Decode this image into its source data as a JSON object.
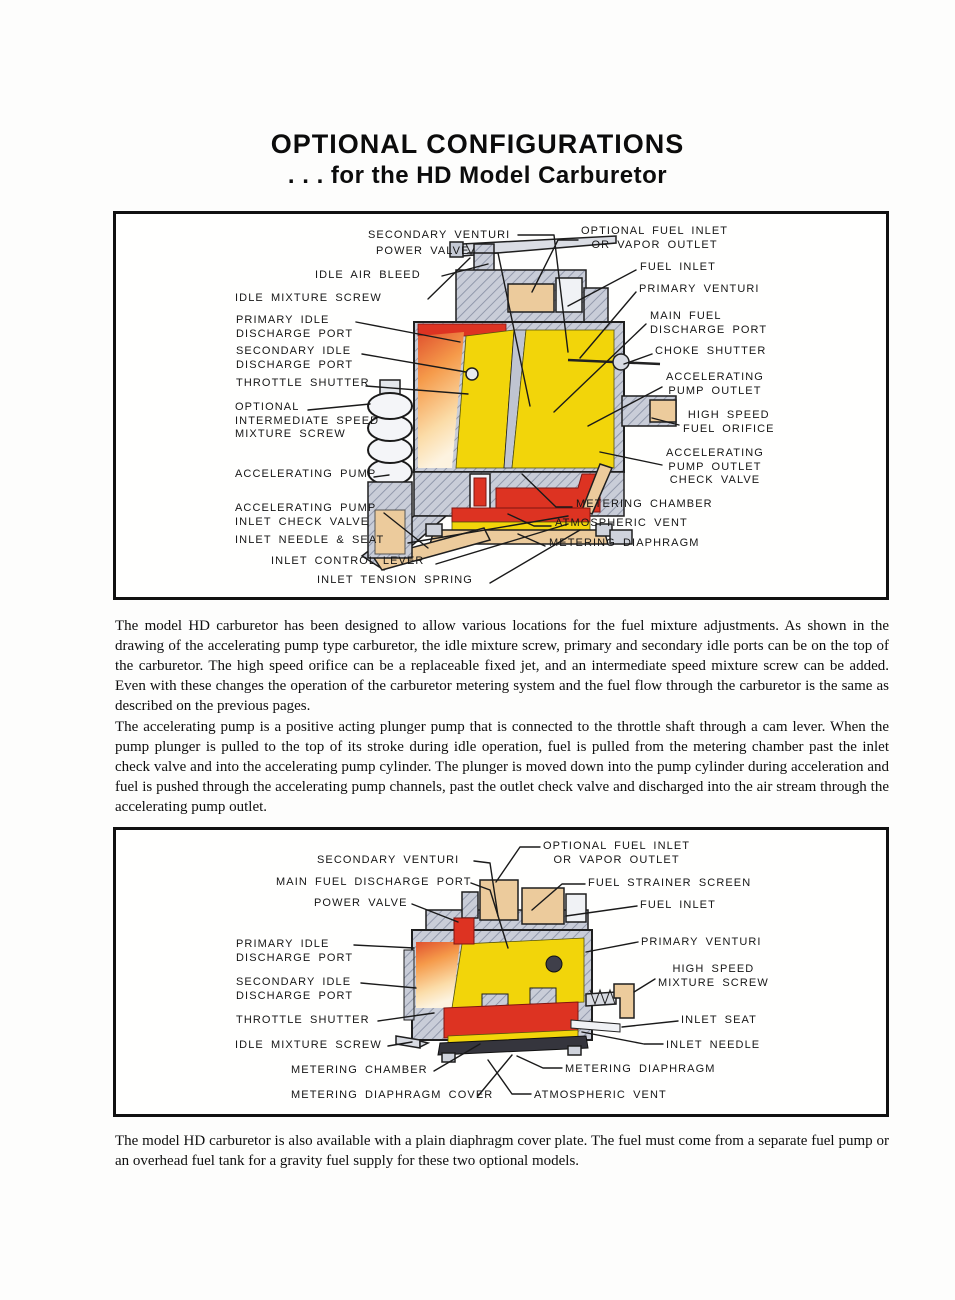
{
  "title": {
    "line1": "OPTIONAL CONFIGURATIONS",
    "line2": ". . . for the HD Model Carburetor"
  },
  "paragraphs": {
    "p1": "The model HD carburetor has been designed to allow various locations for the fuel mixture adjustments. As shown in the drawing of the accelerating pump type carburetor, the idle mixture screw, primary and secondary idle ports can be on the top of the carburetor. The high speed orifice can be a replaceable fixed jet, and an intermediate speed mixture screw can be added. Even with these changes the operation of the carburetor metering system and the fuel flow through the carburetor is the same as described on the previous pages.",
    "p2": "The accelerating pump is a positive acting plunger pump that is connected to the throttle shaft through a cam lever. When the pump plunger is pulled to the top of its stroke during idle operation, fuel is pulled from the metering chamber past the inlet check valve and into the accelerating pump cylinder. The plunger is moved down into the pump cylinder during acceleration and fuel is pushed through the accelerating pump channels, past the outlet check valve and discharged into the air stream through the accelerating pump outlet.",
    "p3": "The model HD carburetor is also available with a plain diaphragm cover plate. The fuel must come from a separate fuel pump or an overhead fuel tank for a gravity fuel supply for these two optional models."
  },
  "palette": {
    "body_gray": "#c9cdd8",
    "hatch_line": "#9299ac",
    "chamber_yellow": "#f2d50a",
    "fuel_red": "#dd3322",
    "air_orange": "#f08c3c",
    "part_tan": "#eccb9c",
    "ink": "#141414"
  },
  "diagram1": {
    "labels": {
      "secondary_venturi": "SECONDARY VENTURI",
      "power_valve": "POWER VALVE",
      "idle_air_bleed": "IDLE AIR BLEED",
      "idle_mixture_screw": "IDLE MIXTURE SCREW",
      "primary_idle_discharge_port": "PRIMARY IDLE\nDISCHARGE PORT",
      "secondary_idle_discharge_port": "SECONDARY IDLE\nDISCHARGE PORT",
      "throttle_shutter": "THROTTLE SHUTTER",
      "optional_intermediate_speed_mixture_screw": "OPTIONAL\nINTERMEDIATE SPEED\nMIXTURE SCREW",
      "accelerating_pump": "ACCELERATING PUMP",
      "accelerating_pump_inlet_check_valve": "ACCELERATING PUMP\nINLET CHECK VALVE",
      "inlet_needle_seat": "INLET NEEDLE & SEAT",
      "inlet_control_lever": "INLET CONTROL LEVER",
      "inlet_tension_spring": "INLET TENSION SPRING",
      "optional_fuel_inlet": "OPTIONAL FUEL INLET\nOR VAPOR OUTLET",
      "fuel_inlet": "FUEL INLET",
      "primary_venturi": "PRIMARY VENTURI",
      "main_fuel_discharge_port": "MAIN FUEL\nDISCHARGE PORT",
      "choke_shutter": "CHOKE SHUTTER",
      "accelerating_pump_outlet": "ACCELERATING\nPUMP OUTLET",
      "high_speed_fuel_orifice": "HIGH SPEED\nFUEL ORIFICE",
      "accelerating_pump_outlet_check_valve": "ACCELERATING\nPUMP OUTLET\nCHECK VALVE",
      "metering_chamber": "METERING CHAMBER",
      "atmospheric_vent": "ATMOSPHERIC VENT",
      "metering_diaphragm": "METERING DIAPHRAGM"
    }
  },
  "diagram2": {
    "labels": {
      "secondary_venturi": "SECONDARY VENTURI",
      "main_fuel_discharge_port": "MAIN FUEL DISCHARGE PORT",
      "power_valve": "POWER VALVE",
      "primary_idle_discharge_port": "PRIMARY IDLE\nDISCHARGE PORT",
      "secondary_idle_discharge_port": "SECONDARY IDLE\nDISCHARGE PORT",
      "throttle_shutter": "THROTTLE SHUTTER",
      "idle_mixture_screw": "IDLE MIXTURE SCREW",
      "metering_chamber": "METERING CHAMBER",
      "metering_diaphragm_cover": "METERING DIAPHRAGM COVER",
      "optional_fuel_inlet": "OPTIONAL FUEL INLET\nOR VAPOR OUTLET",
      "fuel_strainer_screen": "FUEL STRAINER SCREEN",
      "fuel_inlet": "FUEL INLET",
      "primary_venturi": "PRIMARY VENTURI",
      "high_speed_mixture_screw": "HIGH SPEED\nMIXTURE SCREW",
      "inlet_seat": "INLET SEAT",
      "inlet_needle": "INLET NEEDLE",
      "metering_diaphragm": "METERING DIAPHRAGM",
      "atmospheric_vent": "ATMOSPHERIC VENT"
    }
  }
}
